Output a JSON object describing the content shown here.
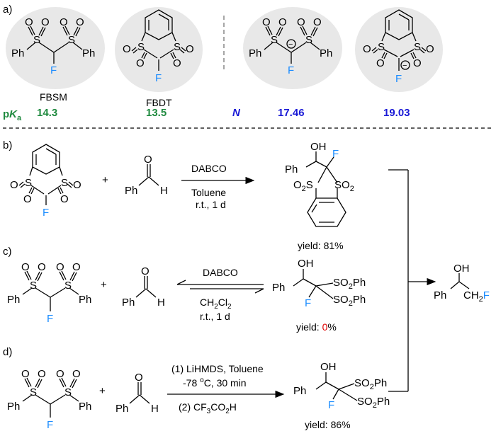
{
  "panels": {
    "a": "a)",
    "b": "b)",
    "c": "c)",
    "d": "d)"
  },
  "atoms": {
    "S": "S",
    "O": "O",
    "F": "F",
    "Ph": "Ph",
    "H": "H",
    "OH": "OH",
    "minus": "−"
  },
  "section_a": {
    "names": [
      "FBSM",
      "FBDT"
    ],
    "pka_label_p": "p",
    "pka_label_K": "K",
    "pka_label_a": "a",
    "pka_values": [
      "14.3",
      "13.5",
      "17.46",
      "19.03"
    ],
    "n_label": "N",
    "colors": {
      "pka_green": "#1f8a3f",
      "pka_blue": "#1a1ad6",
      "fluorine": "#1a8cff",
      "zero_red": "#e00000",
      "sphere": "#e8e8e8"
    }
  },
  "section_b": {
    "plus": "+",
    "reagent": "DABCO",
    "solvent": "Toluene",
    "conditions": "r.t., 1 d",
    "product_so2": "SO",
    "product_so2_sub": "2",
    "yield": "yield: 81%"
  },
  "section_c": {
    "plus": "+",
    "reagent": "DABCO",
    "solvent_main": "CH",
    "solvent_sub1": "2",
    "solvent_cl": "Cl",
    "solvent_sub2": "2",
    "conditions": "r.t., 1 d",
    "so2ph_1": "SO",
    "so2ph_sub": "2",
    "so2ph_ph": "Ph",
    "yield_prefix": "yield: ",
    "yield_zero": "0",
    "yield_suffix": "%"
  },
  "section_d": {
    "plus": "+",
    "step1": "(1) LiHMDS, Toluene",
    "step1b_pre": "-78 ",
    "step1b_deg": "o",
    "step1b_post": "C, 30 min",
    "step2_pre": "(2) CF",
    "step2_sub": "3",
    "step2_post": "CO",
    "step2_sub2": "2",
    "step2_end": "H",
    "yield": "yield: 86%"
  },
  "final_product": {
    "ch2": "CH",
    "sub": "2",
    "f": "F"
  }
}
